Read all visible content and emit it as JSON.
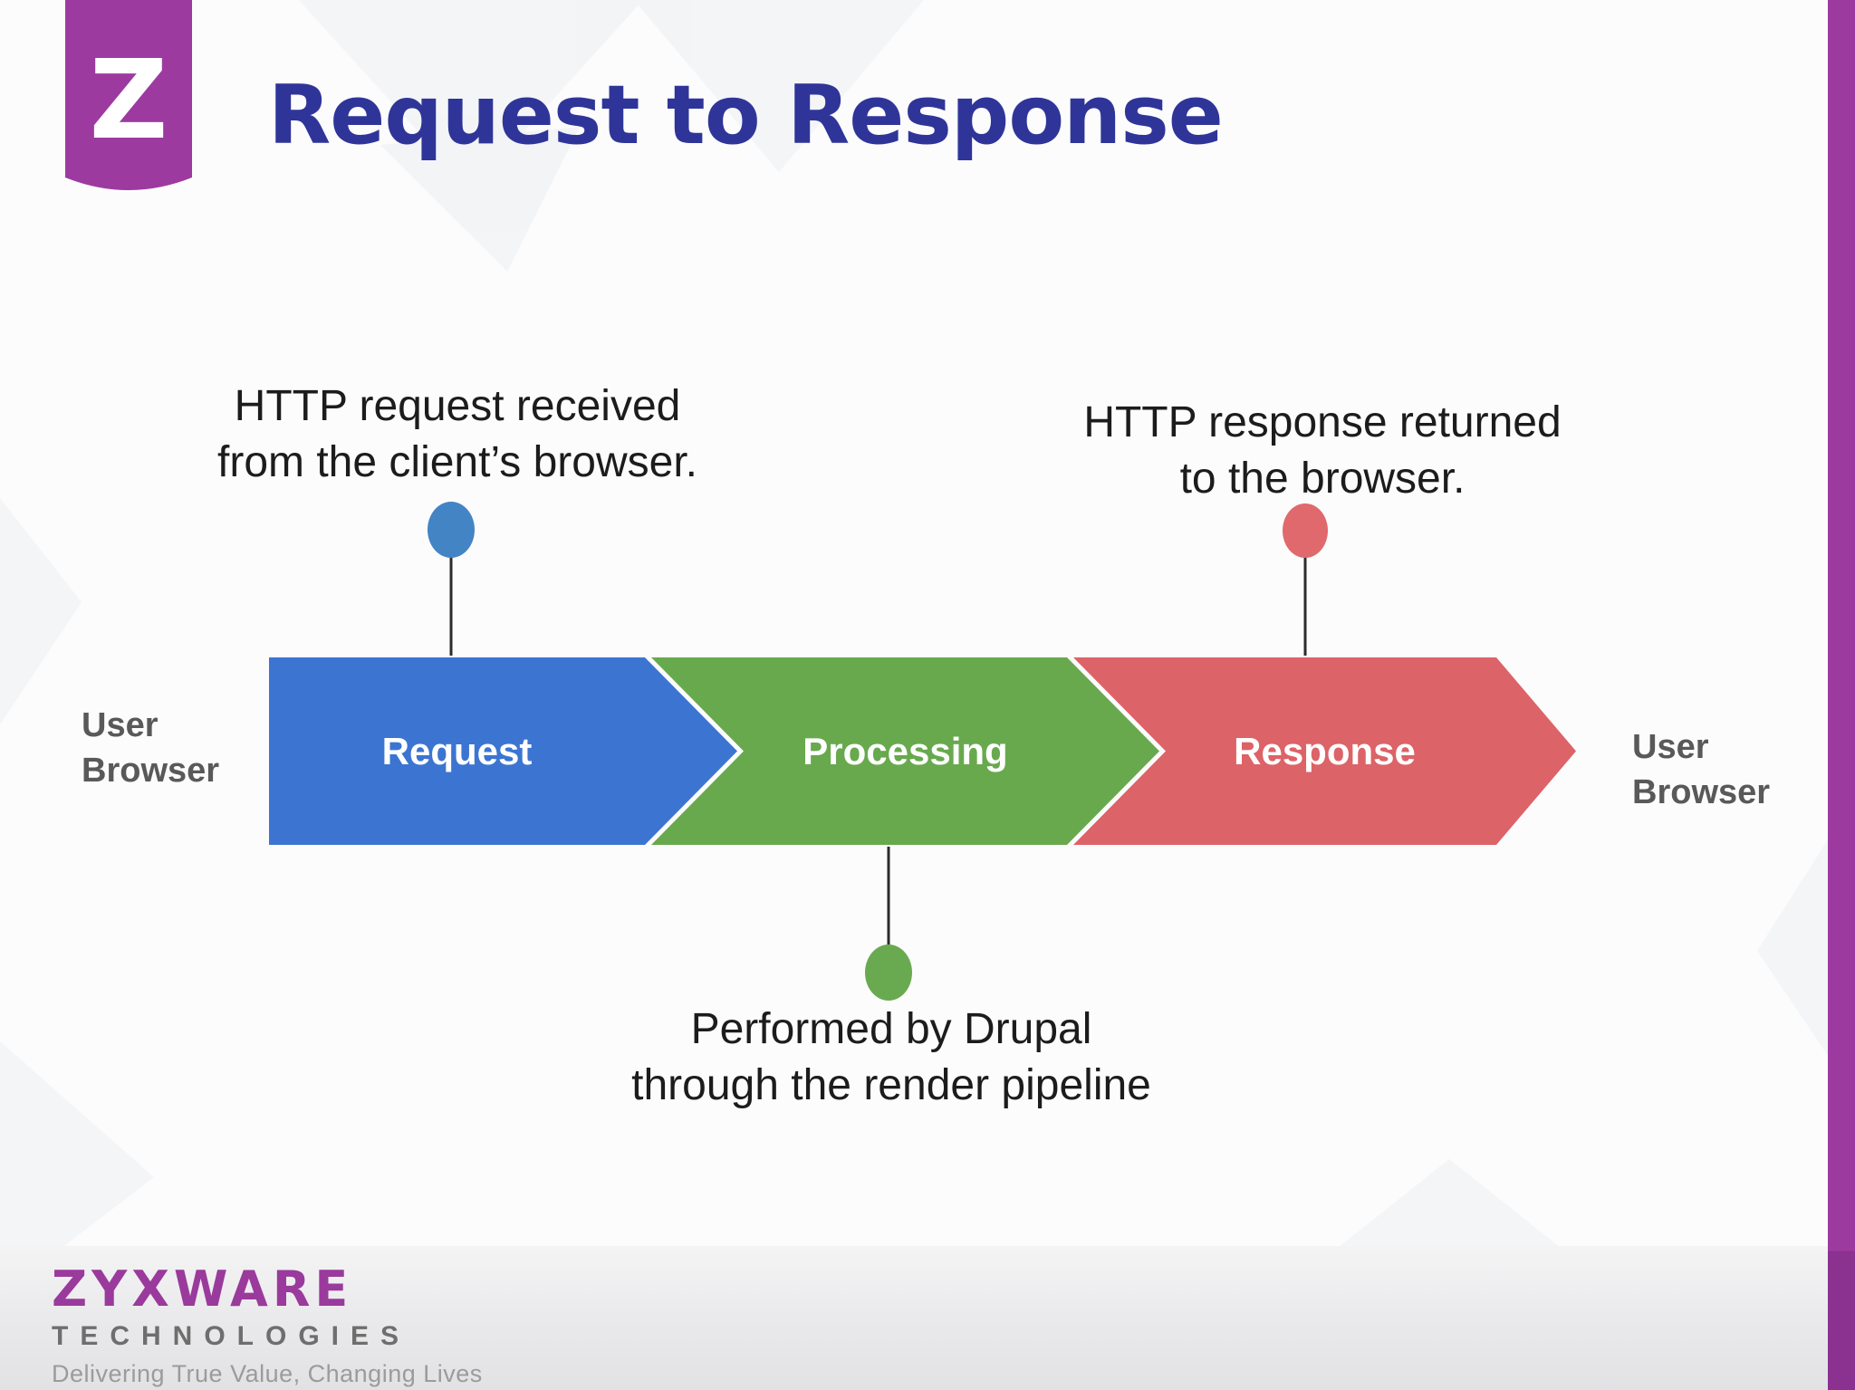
{
  "slide": {
    "title": "Request to Response",
    "logo_letter": "Z"
  },
  "flow": {
    "endpoints": {
      "left": {
        "line1": "User",
        "line2": "Browser"
      },
      "right": {
        "line1": "User",
        "line2": "Browser"
      }
    },
    "steps": [
      {
        "label": "Request",
        "color": "#3c75d1",
        "dot_color": "#4384c4"
      },
      {
        "label": "Processing",
        "color": "#68a94e",
        "dot_color": "#69aa51"
      },
      {
        "label": "Response",
        "color": "#dc6367",
        "dot_color": "#e0696e"
      }
    ],
    "annotations": {
      "request": {
        "line1": "HTTP request received",
        "line2": "from the client’s browser."
      },
      "response": {
        "line1": "HTTP response returned",
        "line2": "to the browser."
      },
      "processing": {
        "line1": "Performed by Drupal",
        "line2": "through the render pipeline"
      }
    }
  },
  "footer": {
    "brand": "ZYXWARE",
    "division": "T E C H N O L O G I E S",
    "tagline": "Delivering True Value, Changing Lives",
    "division_plain": "TECHNOLOGIES"
  },
  "theme": {
    "title_color": "#2f3598",
    "ribbon_color": "#9d3aa0",
    "stripe_color": "#9d3aa0",
    "endpoint_text_color": "#595959",
    "connector_color": "#2b2b2b"
  }
}
